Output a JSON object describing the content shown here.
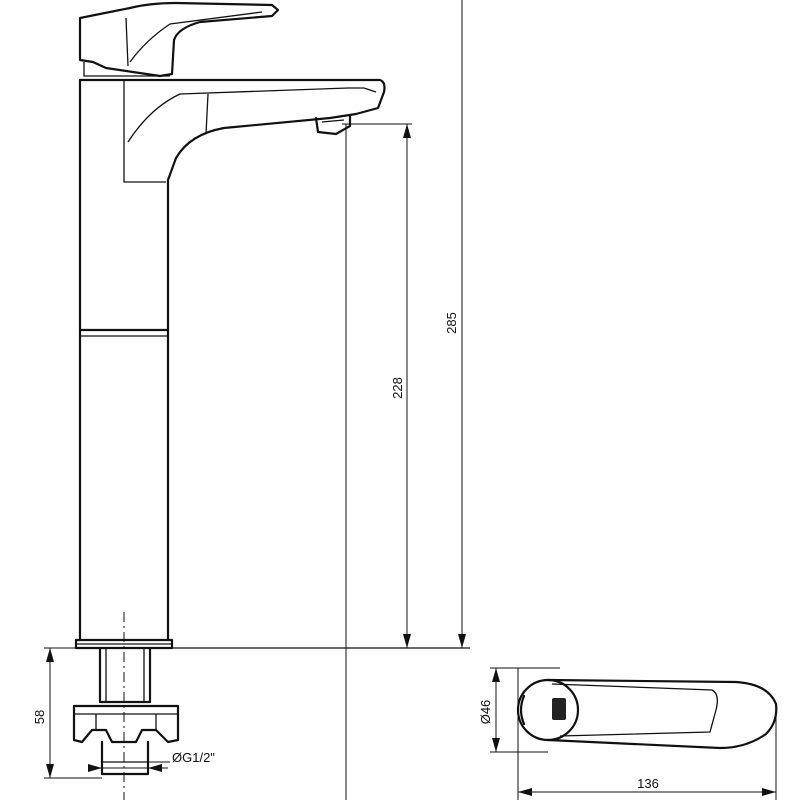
{
  "dimensions": {
    "total_height": "285",
    "spout_height": "228",
    "thread_length": "58",
    "thread_size": "ØG1/2\"",
    "base_diameter": "Ø46",
    "handle_length": "136"
  }
}
